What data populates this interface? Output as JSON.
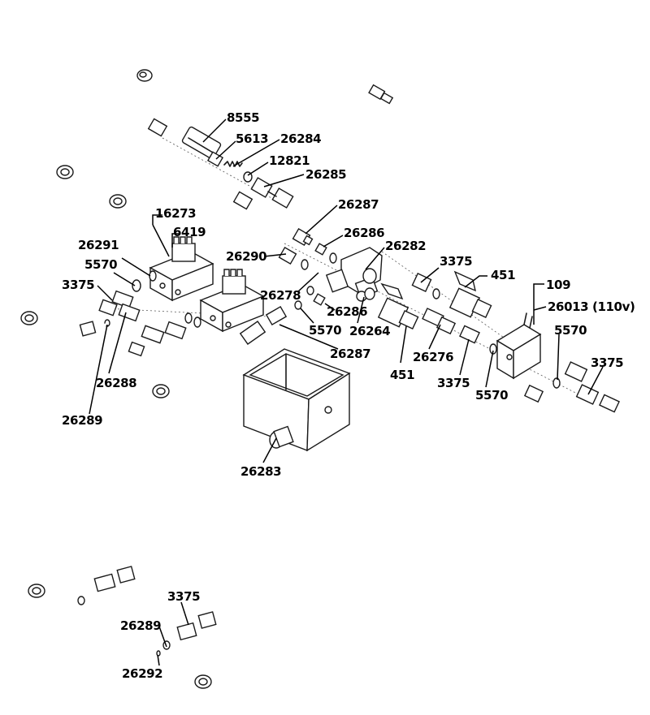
{
  "labels": {
    "l8555": "8555",
    "l5613": "5613",
    "l26284": "26284",
    "l12821": "12821",
    "l26285": "26285",
    "l26287a": "26287",
    "l16273": "16273",
    "l6419": "6419",
    "l26286a": "26286",
    "l26282": "26282",
    "l26291": "26291",
    "l26290": "26290",
    "l3375a": "3375",
    "l451a": "451",
    "l5570a": "5570",
    "l3375b": "3375",
    "l109": "109",
    "l26013": "26013 (110v)",
    "l26278": "26278",
    "l26286b": "26286",
    "l5570b": "5570",
    "l26264": "26264",
    "l26287b": "26287",
    "l451b": "451",
    "l26276": "26276",
    "l3375c": "3375",
    "l5570c": "5570",
    "l5570d": "5570",
    "l3375d": "3375",
    "l26288": "26288",
    "l26289a": "26289",
    "l26283": "26283",
    "l3375e": "3375",
    "l26289b": "26289",
    "l26292": "26292"
  }
}
